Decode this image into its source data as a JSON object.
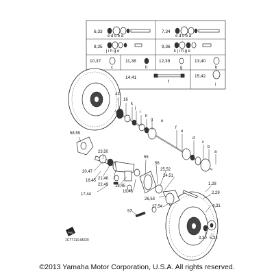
{
  "reference_table": {
    "rows": [
      {
        "left": {
          "code": "6,33",
          "letters": "e d c b a"
        },
        "right": {
          "code": "7,34",
          "letters": "e d c b a"
        }
      },
      {
        "left": {
          "code": "8,35",
          "letters": "j i h g e"
        },
        "right": {
          "code": "9,36",
          "letters": "k j i h g e"
        }
      },
      {
        "cells": [
          {
            "code": "10,37",
            "letters": "c"
          },
          {
            "code": "11,38",
            "letters": "h"
          },
          {
            "code": "12,39",
            "letters": "g"
          },
          {
            "code": "13,40",
            "letters": "b"
          }
        ]
      },
      {
        "wide": {
          "code": "14,41",
          "letters": "f"
        },
        "right": {
          "code": "15,42",
          "letters": "i"
        }
      }
    ]
  },
  "callouts": {
    "c43": "43",
    "c16": "16",
    "ck": "k",
    "cj": "j",
    "ci": "i",
    "ch": "h",
    "cg": "g",
    "ce_top": "e",
    "cf": "f",
    "ce_mid": "e",
    "cd": "d",
    "cc": "c",
    "cb": "b",
    "ca": "a",
    "c58": "58,59",
    "c23": "23,50",
    "c20": "20,47",
    "c21": "21,48",
    "c22": "22,49",
    "c18a": "18,45",
    "c18b": "18,45",
    "c19": "19,46",
    "c17": "17,44",
    "c55": "55",
    "c56": "56",
    "c25": "25,52",
    "c24": "24,51",
    "c26": "26,53",
    "c27": "27,54",
    "c57": "57",
    "c1": "1,28",
    "c2": "2,29",
    "c4": "4,31",
    "c3": "3,30",
    "c5": "5,32",
    "fwd": "FWD"
  },
  "diagram_code": "1CTT110-M320",
  "copyright": "©2013 Yamaha Motor Corporation, U.S.A. All rights reserved."
}
